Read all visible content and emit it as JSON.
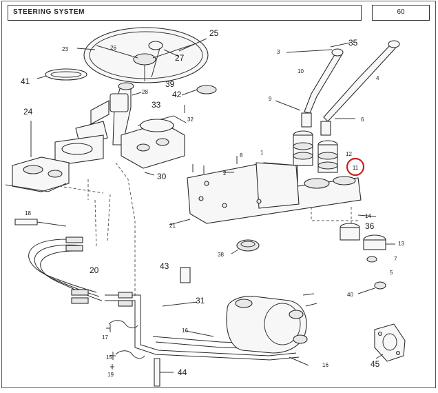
{
  "header": {
    "title": "STEERING SYSTEM",
    "page": "60"
  },
  "highlight": {
    "label": "11",
    "color": "#cc1f1f"
  },
  "callouts": [
    {
      "id": "c25",
      "text": "25",
      "size": "big"
    },
    {
      "id": "c35",
      "text": "35",
      "size": "big"
    },
    {
      "id": "c23",
      "text": "23",
      "size": "sm"
    },
    {
      "id": "c26",
      "text": "26",
      "size": "sm"
    },
    {
      "id": "c27",
      "text": "27",
      "size": "big"
    },
    {
      "id": "c3",
      "text": "3",
      "size": "sm"
    },
    {
      "id": "c10",
      "text": "10",
      "size": "sm"
    },
    {
      "id": "c4",
      "text": "4",
      "size": "sm"
    },
    {
      "id": "c41",
      "text": "41",
      "size": "big"
    },
    {
      "id": "c39",
      "text": "39",
      "size": "big"
    },
    {
      "id": "c42",
      "text": "42",
      "size": "big"
    },
    {
      "id": "c28",
      "text": "28",
      "size": "sm"
    },
    {
      "id": "c33",
      "text": "33",
      "size": "big"
    },
    {
      "id": "c9",
      "text": "9",
      "size": "sm"
    },
    {
      "id": "c6",
      "text": "6",
      "size": "sm"
    },
    {
      "id": "c24",
      "text": "24",
      "size": "big"
    },
    {
      "id": "c32",
      "text": "32",
      "size": "sm"
    },
    {
      "id": "c12",
      "text": "12",
      "size": "sm"
    },
    {
      "id": "c8",
      "text": "8",
      "size": "sm"
    },
    {
      "id": "c1",
      "text": "1",
      "size": "sm"
    },
    {
      "id": "c2",
      "text": "2",
      "size": "sm"
    },
    {
      "id": "c30",
      "text": "30",
      "size": "big"
    },
    {
      "id": "c18",
      "text": "18",
      "size": "sm"
    },
    {
      "id": "c21",
      "text": "21",
      "size": "sm"
    },
    {
      "id": "c14",
      "text": "14",
      "size": "sm"
    },
    {
      "id": "c36",
      "text": "36",
      "size": "big"
    },
    {
      "id": "c13",
      "text": "13",
      "size": "sm"
    },
    {
      "id": "c38",
      "text": "38",
      "size": "sm"
    },
    {
      "id": "c7",
      "text": "7",
      "size": "sm"
    },
    {
      "id": "c5",
      "text": "5",
      "size": "sm"
    },
    {
      "id": "c20",
      "text": "20",
      "size": "big"
    },
    {
      "id": "c43",
      "text": "43",
      "size": "big"
    },
    {
      "id": "c40",
      "text": "40",
      "size": "sm"
    },
    {
      "id": "c31",
      "text": "31",
      "size": "big"
    },
    {
      "id": "c16a",
      "text": "16",
      "size": "sm"
    },
    {
      "id": "c17",
      "text": "17",
      "size": "sm"
    },
    {
      "id": "c15",
      "text": "15",
      "size": "sm"
    },
    {
      "id": "c16b",
      "text": "16",
      "size": "sm"
    },
    {
      "id": "c45",
      "text": "45",
      "size": "big"
    },
    {
      "id": "c19",
      "text": "19",
      "size": "sm"
    },
    {
      "id": "c44",
      "text": "44",
      "size": "big"
    }
  ]
}
